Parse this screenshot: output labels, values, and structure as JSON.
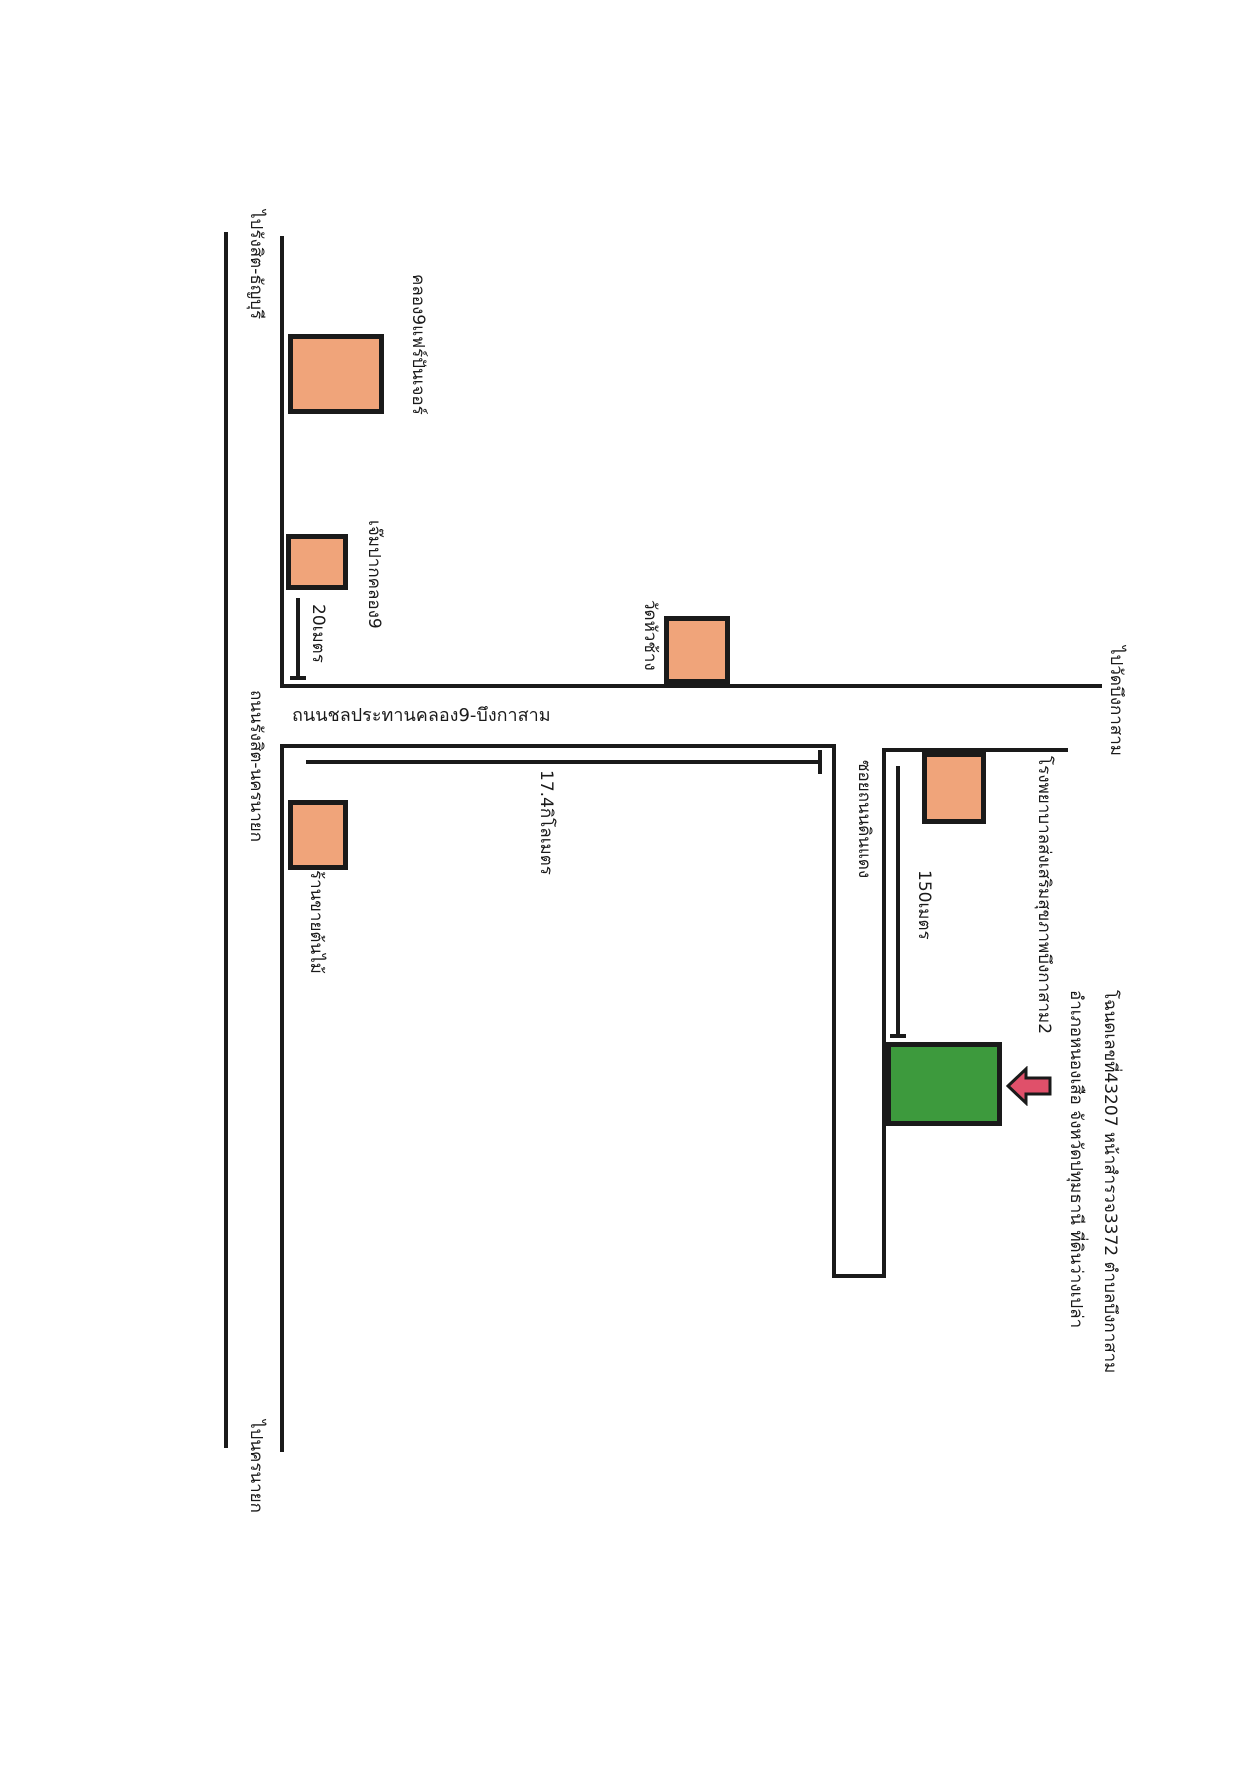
{
  "colors": {
    "landmark": "#f0a47a",
    "target": "#3d9a3d",
    "arrow": "#e0506a",
    "line": "#1a1a1a"
  },
  "labels": {
    "to_rangsit_thanyaburi": "ไปรังสิต-ธัญบุรี",
    "to_nakhon_nayok": "ไปนครนายก",
    "rangsit_nakhonnayok_road": "ถนนรังสิต-นครนายก",
    "chonprathan_road": "ถนนชลประทานคลอง9-บึงกาสาม",
    "to_wat_bueng_ka_sam": "ไปวัดบึงกาสาม",
    "soi_thanon_din_daeng": "ซอยถนนดินแดง",
    "khlong9_fair_center": "คลอง9แฟร์ปันเจอร์",
    "khlong9_gate": "เจ๊มปากคลอง9",
    "wat_hua_chang": "วัดหัวช้าง",
    "tree_shop": "ร้านขายต้นไม้",
    "hospital": "โรงพยาบาลส่งเสริมสุขภาพบึงกาสาม2",
    "dist_20m": "20เมตร",
    "dist_17_4km": "17.4กิโลเมตร",
    "dist_150m": "150เมตร",
    "land_line1": "โฉนดเลขที่43207 หน้าสำรวจ3372 ตำบลบึงกาสาม",
    "land_line2": "อำเภอหนองเสือ จังหวัดปทุมธานี ที่ดินว่างเปล่า"
  },
  "icons": {
    "target_arrow": "arrow-left-icon"
  }
}
